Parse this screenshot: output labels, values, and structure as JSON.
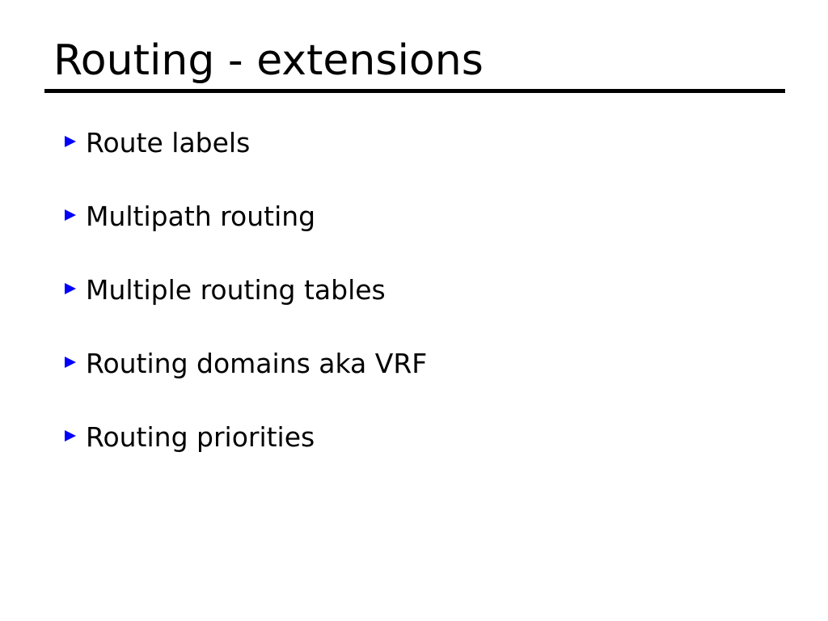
{
  "slide": {
    "title": "Routing - extensions",
    "background_color": "#ffffff",
    "text_color": "#000000",
    "rule_color": "#000000",
    "bullet_color": "#0000ff",
    "bullet_icon": "triangle-right-icon",
    "bullets": [
      {
        "label": "Route labels"
      },
      {
        "label": "Multipath routing"
      },
      {
        "label": "Multiple routing tables"
      },
      {
        "label": "Routing domains aka VRF"
      },
      {
        "label": "Routing priorities"
      }
    ]
  }
}
